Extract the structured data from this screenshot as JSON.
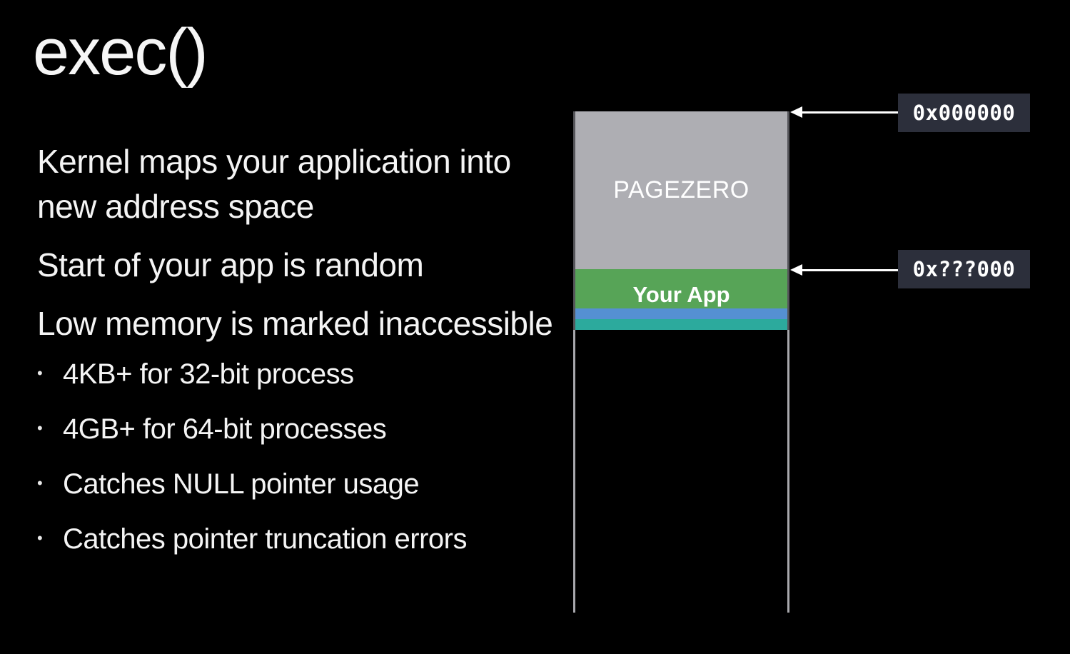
{
  "title": "exec()",
  "main": {
    "paragraphs": [
      {
        "lines": [
          "Kernel maps your application into",
          "new address space"
        ]
      },
      {
        "lines": [
          "Start of your app is random"
        ]
      },
      {
        "lines": [
          "Low memory is marked inaccessible"
        ]
      }
    ],
    "bullet_char": "•",
    "bullets": [
      "4KB+ for 32-bit process",
      "4GB+ for 64-bit processes",
      "Catches NULL pointer usage",
      "Catches pointer truncation errors"
    ]
  },
  "diagram": {
    "memory_map": {
      "segments": [
        {
          "id": "pagezero",
          "label": "PAGEZERO",
          "color": "#aeaeb3"
        },
        {
          "id": "your-app",
          "label": "Your App",
          "color": "#57a457"
        },
        {
          "id": "stripe-blue",
          "label": "",
          "color": "#5590d2"
        },
        {
          "id": "stripe-teal",
          "label": "",
          "color": "#2caa9d"
        }
      ],
      "segment_border_color": "#55555a",
      "tail_border_color": "#a8a8ad"
    },
    "annotations": [
      {
        "text": "0x000000",
        "box_bg": "#2c2f3b"
      },
      {
        "text": "0x???000",
        "box_bg": "#2c2f3b"
      }
    ],
    "arrow_color": "#ffffff"
  },
  "colors": {
    "background": "#000000",
    "text": "#f4f4f4"
  }
}
